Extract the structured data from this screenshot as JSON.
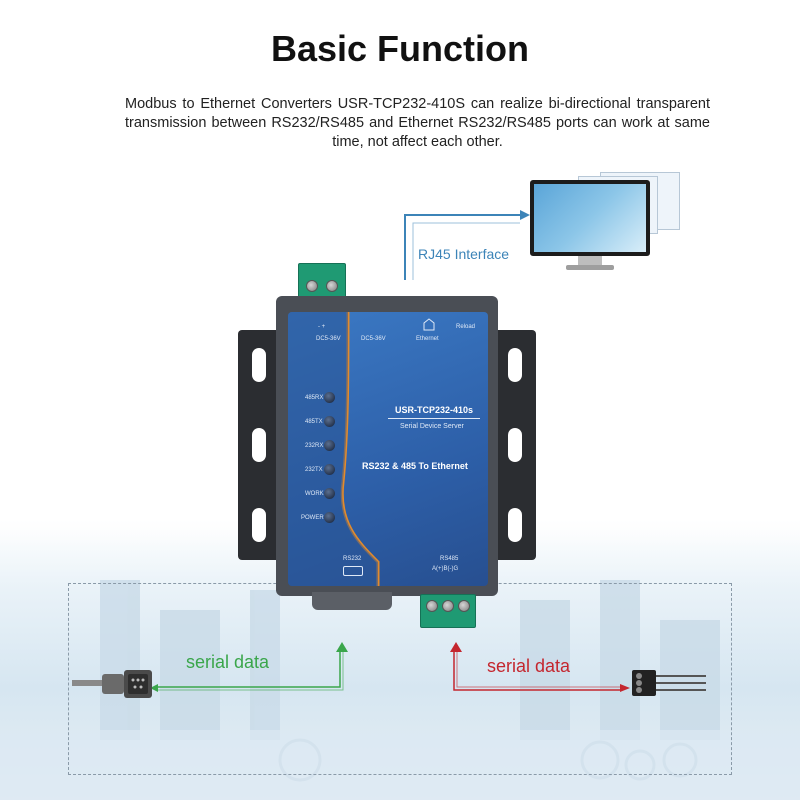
{
  "header": {
    "title": "Basic Function",
    "description": "Modbus to Ethernet Converters USR-TCP232-410S can realize bi-directional transparent transmission between RS232/RS485 and Ethernet RS232/RS485 ports can work at same time, not affect each other."
  },
  "network": {
    "rj45_label": "RJ45 Interface",
    "arrow_color": "#3c84b8"
  },
  "device": {
    "model": "USR-TCP232-410s",
    "subtitle": "Serial Device Server",
    "tagline": "RS232 & 485  To Ethernet",
    "power_label": "DC5-36V",
    "power_pins": "-  +",
    "ethernet_label": "Ethernet",
    "reload_label": "Reload",
    "rs232_label": "RS232",
    "rs485_label": "RS485",
    "rs485_pins": "A(+)B(-)G",
    "leds": [
      {
        "label": "485RX"
      },
      {
        "label": "485TX"
      },
      {
        "label": "232RX"
      },
      {
        "label": "232TX"
      },
      {
        "label": "WORK"
      },
      {
        "label": "POWER"
      }
    ],
    "face_color": "#2d5fa8",
    "accent_stripe_color": "#e38b2c",
    "terminal_color": "#1f9a73"
  },
  "serial_links": {
    "left_label": "serial data",
    "left_color": "#3aa64b",
    "right_label": "serial data",
    "right_color": "#c4262e"
  },
  "icons": {
    "monitor": "computer-monitor-icon",
    "rs232_plug": "db9-serial-plug-icon",
    "rs485_terminal": "rs485-terminal-icon"
  }
}
